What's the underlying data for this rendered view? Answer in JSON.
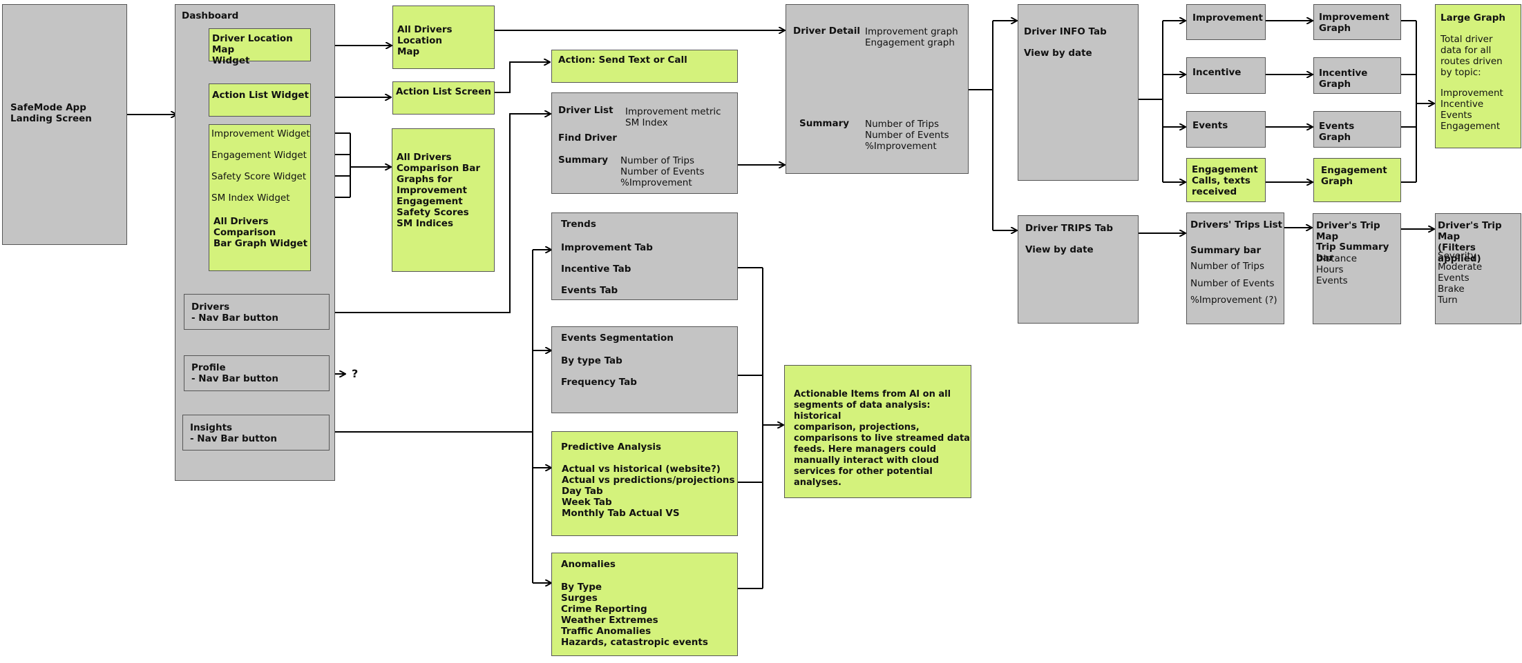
{
  "landing": {
    "title": "SafeMode App\nLanding Screen"
  },
  "dashboard": {
    "title": "Dashboard",
    "location_widget": "Driver Location Map\nWidget",
    "action_widget": "Action List Widget",
    "improvement_widget": "Improvement Widget",
    "engagement_widget": "Engagement Widget",
    "safety_widget": "Safety Score Widget",
    "sm_widget": "SM Index Widget",
    "comparison_widget": "All Drivers\nComparison\nBar Graph Widget",
    "drivers_nav": "Drivers\n- Nav Bar button",
    "profile_nav": "Profile\n- Nav Bar button",
    "insights_nav": "Insights\n- Nav Bar button",
    "profile_unknown": "?"
  },
  "location_map": {
    "title": "All Drivers Location\nMap"
  },
  "action_list_screen": {
    "title": "Action List Screen"
  },
  "comparison_graphs": {
    "title": "All Drivers\nComparison Bar\nGraphs for\nImprovement\nEngagement\nSafety Scores\nSM Indices"
  },
  "action_send": {
    "title": "Action: Send Text or Call"
  },
  "driver_list": {
    "title": "Driver List",
    "metrics": "Improvement metric\nSM Index",
    "find": "Find Driver",
    "summary_label": "Summary",
    "summary_items": "Number of Trips\nNumber of Events\n%Improvement"
  },
  "trends": {
    "title": "Trends",
    "tab1": "Improvement Tab",
    "tab2": "Incentive Tab",
    "tab3": "Events Tab"
  },
  "segmentation": {
    "title": "Events Segmentation",
    "tab1": "By type Tab",
    "tab2": "Frequency Tab"
  },
  "predictive": {
    "title": "Predictive Analysis",
    "items": "Actual vs historical (website?)\nActual vs predictions/projections\nDay Tab\nWeek Tab\nMonthly Tab Actual VS"
  },
  "anomalies": {
    "title": "Anomalies",
    "items": "By Type\nSurges\nCrime Reporting\nWeather Extremes\nTraffic Anomalies\nHazards, catastropic events"
  },
  "actionable": {
    "text": "Actionable Items from AI on all\nsegments of data analysis:  historical\ncomparison, projections,\ncomparisons to live streamed data\nfeeds. Here managers could\nmanually interact with cloud\nservices for other potential analyses."
  },
  "driver_detail": {
    "title": "Driver Detail",
    "graphs": "Improvement graph\nEngagement graph",
    "summary_label": "Summary",
    "summary_items": "Number of Trips\nNumber of Events\n%Improvement"
  },
  "info_tab": {
    "title": "Driver INFO Tab",
    "sub": "View by date"
  },
  "trips_tab": {
    "title": "Driver TRIPS Tab",
    "sub": "View by date"
  },
  "improvement": {
    "title": "Improvement"
  },
  "incentive": {
    "title": "Incentive"
  },
  "events": {
    "title": "Events"
  },
  "engagement": {
    "title": "Engagement\nCalls, texts\nreceived"
  },
  "improvement_graph": {
    "title": "Improvement\nGraph"
  },
  "incentive_graph": {
    "title": "Incentive\nGraph"
  },
  "events_graph": {
    "title": "Events\nGraph"
  },
  "engagement_graph": {
    "title": "Engagement\nGraph"
  },
  "large_graph": {
    "title": "Large Graph",
    "desc": "Total driver\ndata for all\nroutes driven\nby topic:",
    "items": "Improvement\nIncentive\nEvents\nEngagement"
  },
  "trips_list": {
    "title": "Drivers' Trips List",
    "summary": "Summary bar",
    "item1": "Number of Trips",
    "item2": "Number of Events",
    "item3": "%Improvement (?)"
  },
  "trip_map": {
    "title": "Driver's Trip Map",
    "summary": "Trip Summary bar",
    "items": "Distance\nHours\nEvents"
  },
  "trip_map_filtered": {
    "title": "Driver's Trip Map\n(Filters applied)",
    "items": "Severity\nModerate\nEvents\nBrake\nTurn"
  },
  "colors": {
    "node_gray": "#c4c4c4",
    "node_green": "#d4f27c",
    "border": "#555555"
  }
}
